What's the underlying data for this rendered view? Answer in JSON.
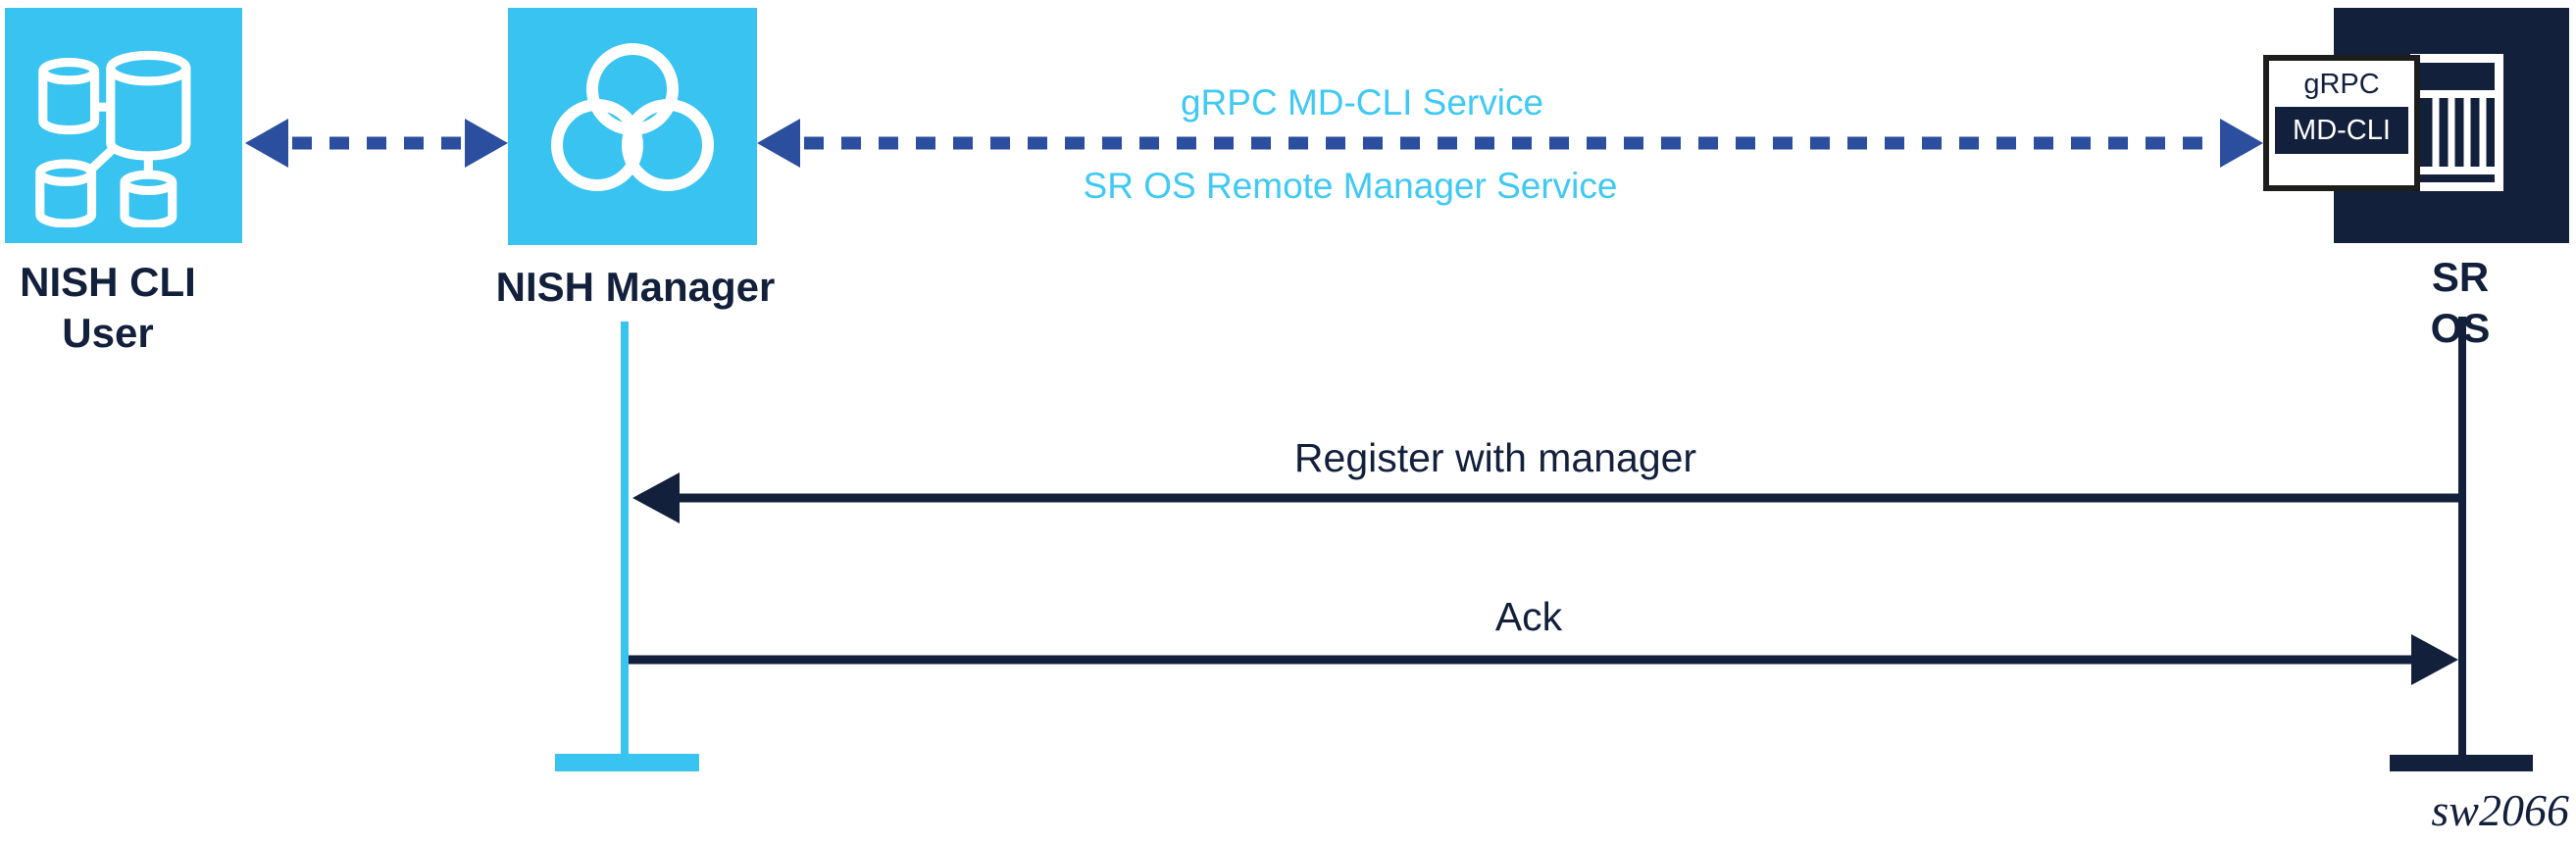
{
  "colors": {
    "box_cyan": "#38C3F0",
    "dark_navy": "#13203C",
    "dash_blue": "#2B4F9E",
    "service_cyan": "#3FC9F5",
    "badge_border": "#1D1D1B"
  },
  "actors": {
    "user": {
      "label": "NISH CLI\nUser"
    },
    "manager": {
      "label": "NISH Manager"
    },
    "sros": {
      "label": "SR OS",
      "badge_top": "gRPC",
      "badge_bottom": "MD-CLI"
    }
  },
  "connections": {
    "service_label_top": "gRPC MD-CLI Service",
    "service_label_bottom": "SR OS Remote Manager Service"
  },
  "messages": {
    "register": {
      "label": "Register with manager",
      "direction": "right-to-left"
    },
    "ack": {
      "label": "Ack",
      "direction": "left-to-right"
    }
  },
  "figure_id": "sw2066"
}
